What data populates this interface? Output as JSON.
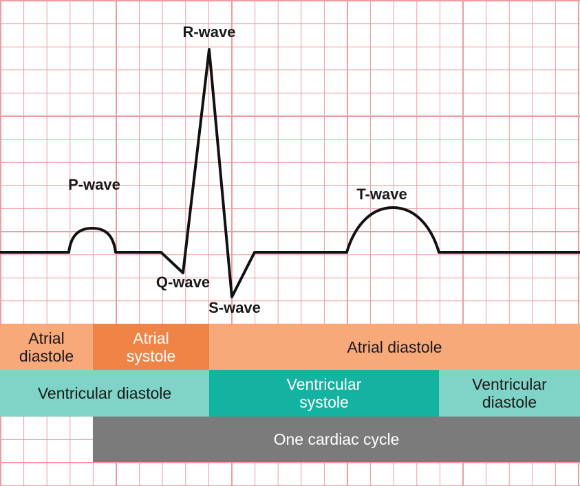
{
  "colors": {
    "grid_line": "#f29a9f",
    "trace": "#111111",
    "atrial_diastole": "#f7a97a",
    "atrial_systole": "#f08346",
    "ventricular_diastole": "#7fd3c7",
    "ventricular_systole": "#14b3a1",
    "cardiac_cycle": "#7b7b7b"
  },
  "waves": {
    "p": "P-wave",
    "q": "Q-wave",
    "r": "R-wave",
    "s": "S-wave",
    "t": "T-wave"
  },
  "atrial_row": {
    "diastole_1": [
      "Atrial",
      "diastole"
    ],
    "systole": [
      "Atrial",
      "systole"
    ],
    "diastole_2": "Atrial diastole"
  },
  "ventricular_row": {
    "diastole_1": "Ventricular diastole",
    "systole": [
      "Ventricular",
      "systole"
    ],
    "diastole_2": [
      "Ventricular",
      "diastole"
    ]
  },
  "cycle_row": {
    "label": "One cardiac cycle"
  }
}
